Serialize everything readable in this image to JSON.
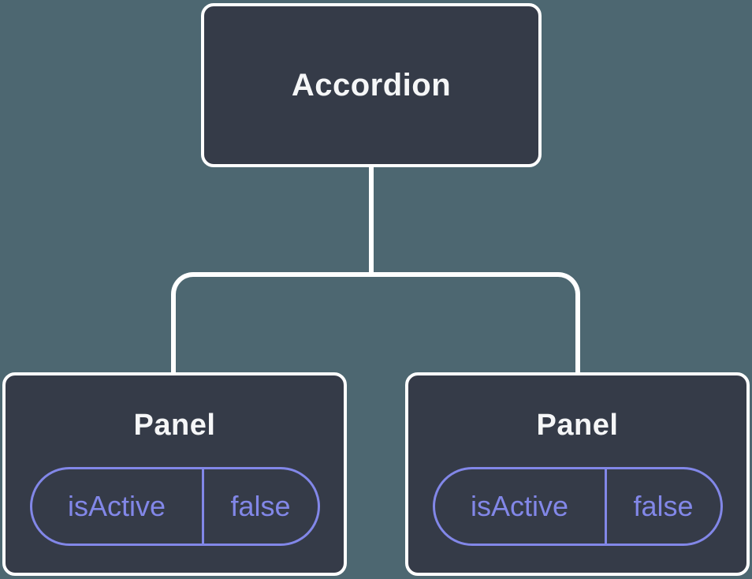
{
  "colors": {
    "background": "#4d6771",
    "node_fill": "#353b48",
    "node_border": "#ffffff",
    "node_text": "#f5f6f7",
    "prop_accent": "#8287e8"
  },
  "tree": {
    "root": {
      "label": "Accordion"
    },
    "children": [
      {
        "label": "Panel",
        "prop": {
          "name": "isActive",
          "value": "false"
        }
      },
      {
        "label": "Panel",
        "prop": {
          "name": "isActive",
          "value": "false"
        }
      }
    ]
  }
}
